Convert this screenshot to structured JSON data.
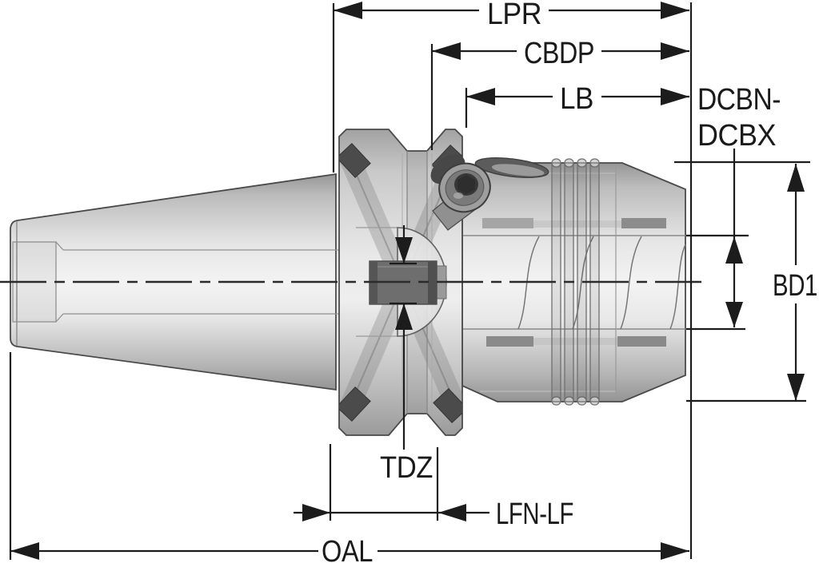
{
  "drawing": {
    "dimension_labels": {
      "lpr": "LPR",
      "cbdp": "CBDP",
      "lb": "LB",
      "dcbn_dcbx_line1": "DCBN-",
      "dcbn_dcbx_line2": "DCBX",
      "bd1": "BD1",
      "tdz": "TDZ",
      "lfn_lf": "LFN-LF",
      "oal": "OAL"
    },
    "colors": {
      "background": "#ffffff",
      "dimension_line": "#1c1c1c",
      "part_outline": "#4a4a4a",
      "metal_highlight": "#f2f2f2",
      "metal_shadow": "#9a9a9a",
      "dark_detail": "#4b4b4b"
    }
  }
}
